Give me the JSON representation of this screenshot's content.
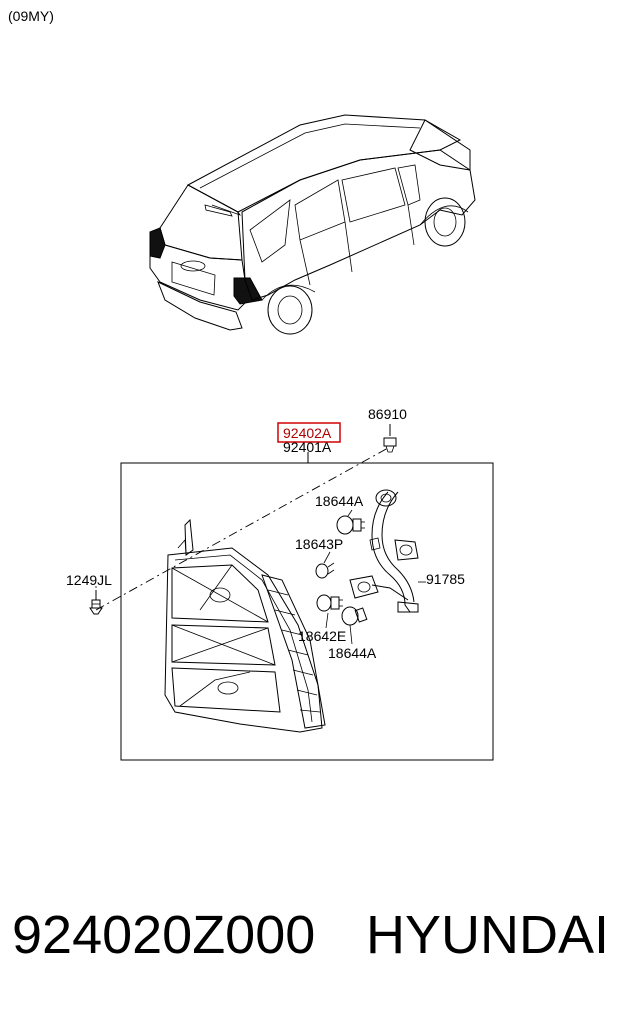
{
  "model_year": "(09MY)",
  "callouts": {
    "highlighted": "92402A",
    "assembly": "92401A",
    "clip": "86910",
    "bulb_upper": "18644A",
    "bulb_small": "18643P",
    "screw": "1249JL",
    "harness": "91785",
    "bulb_mid": "18642E",
    "bulb_lower": "18644A"
  },
  "footer": {
    "part_number": "924020Z000",
    "brand": "HYUNDAI"
  },
  "colors": {
    "highlight": "#d00000",
    "line": "#000000"
  }
}
